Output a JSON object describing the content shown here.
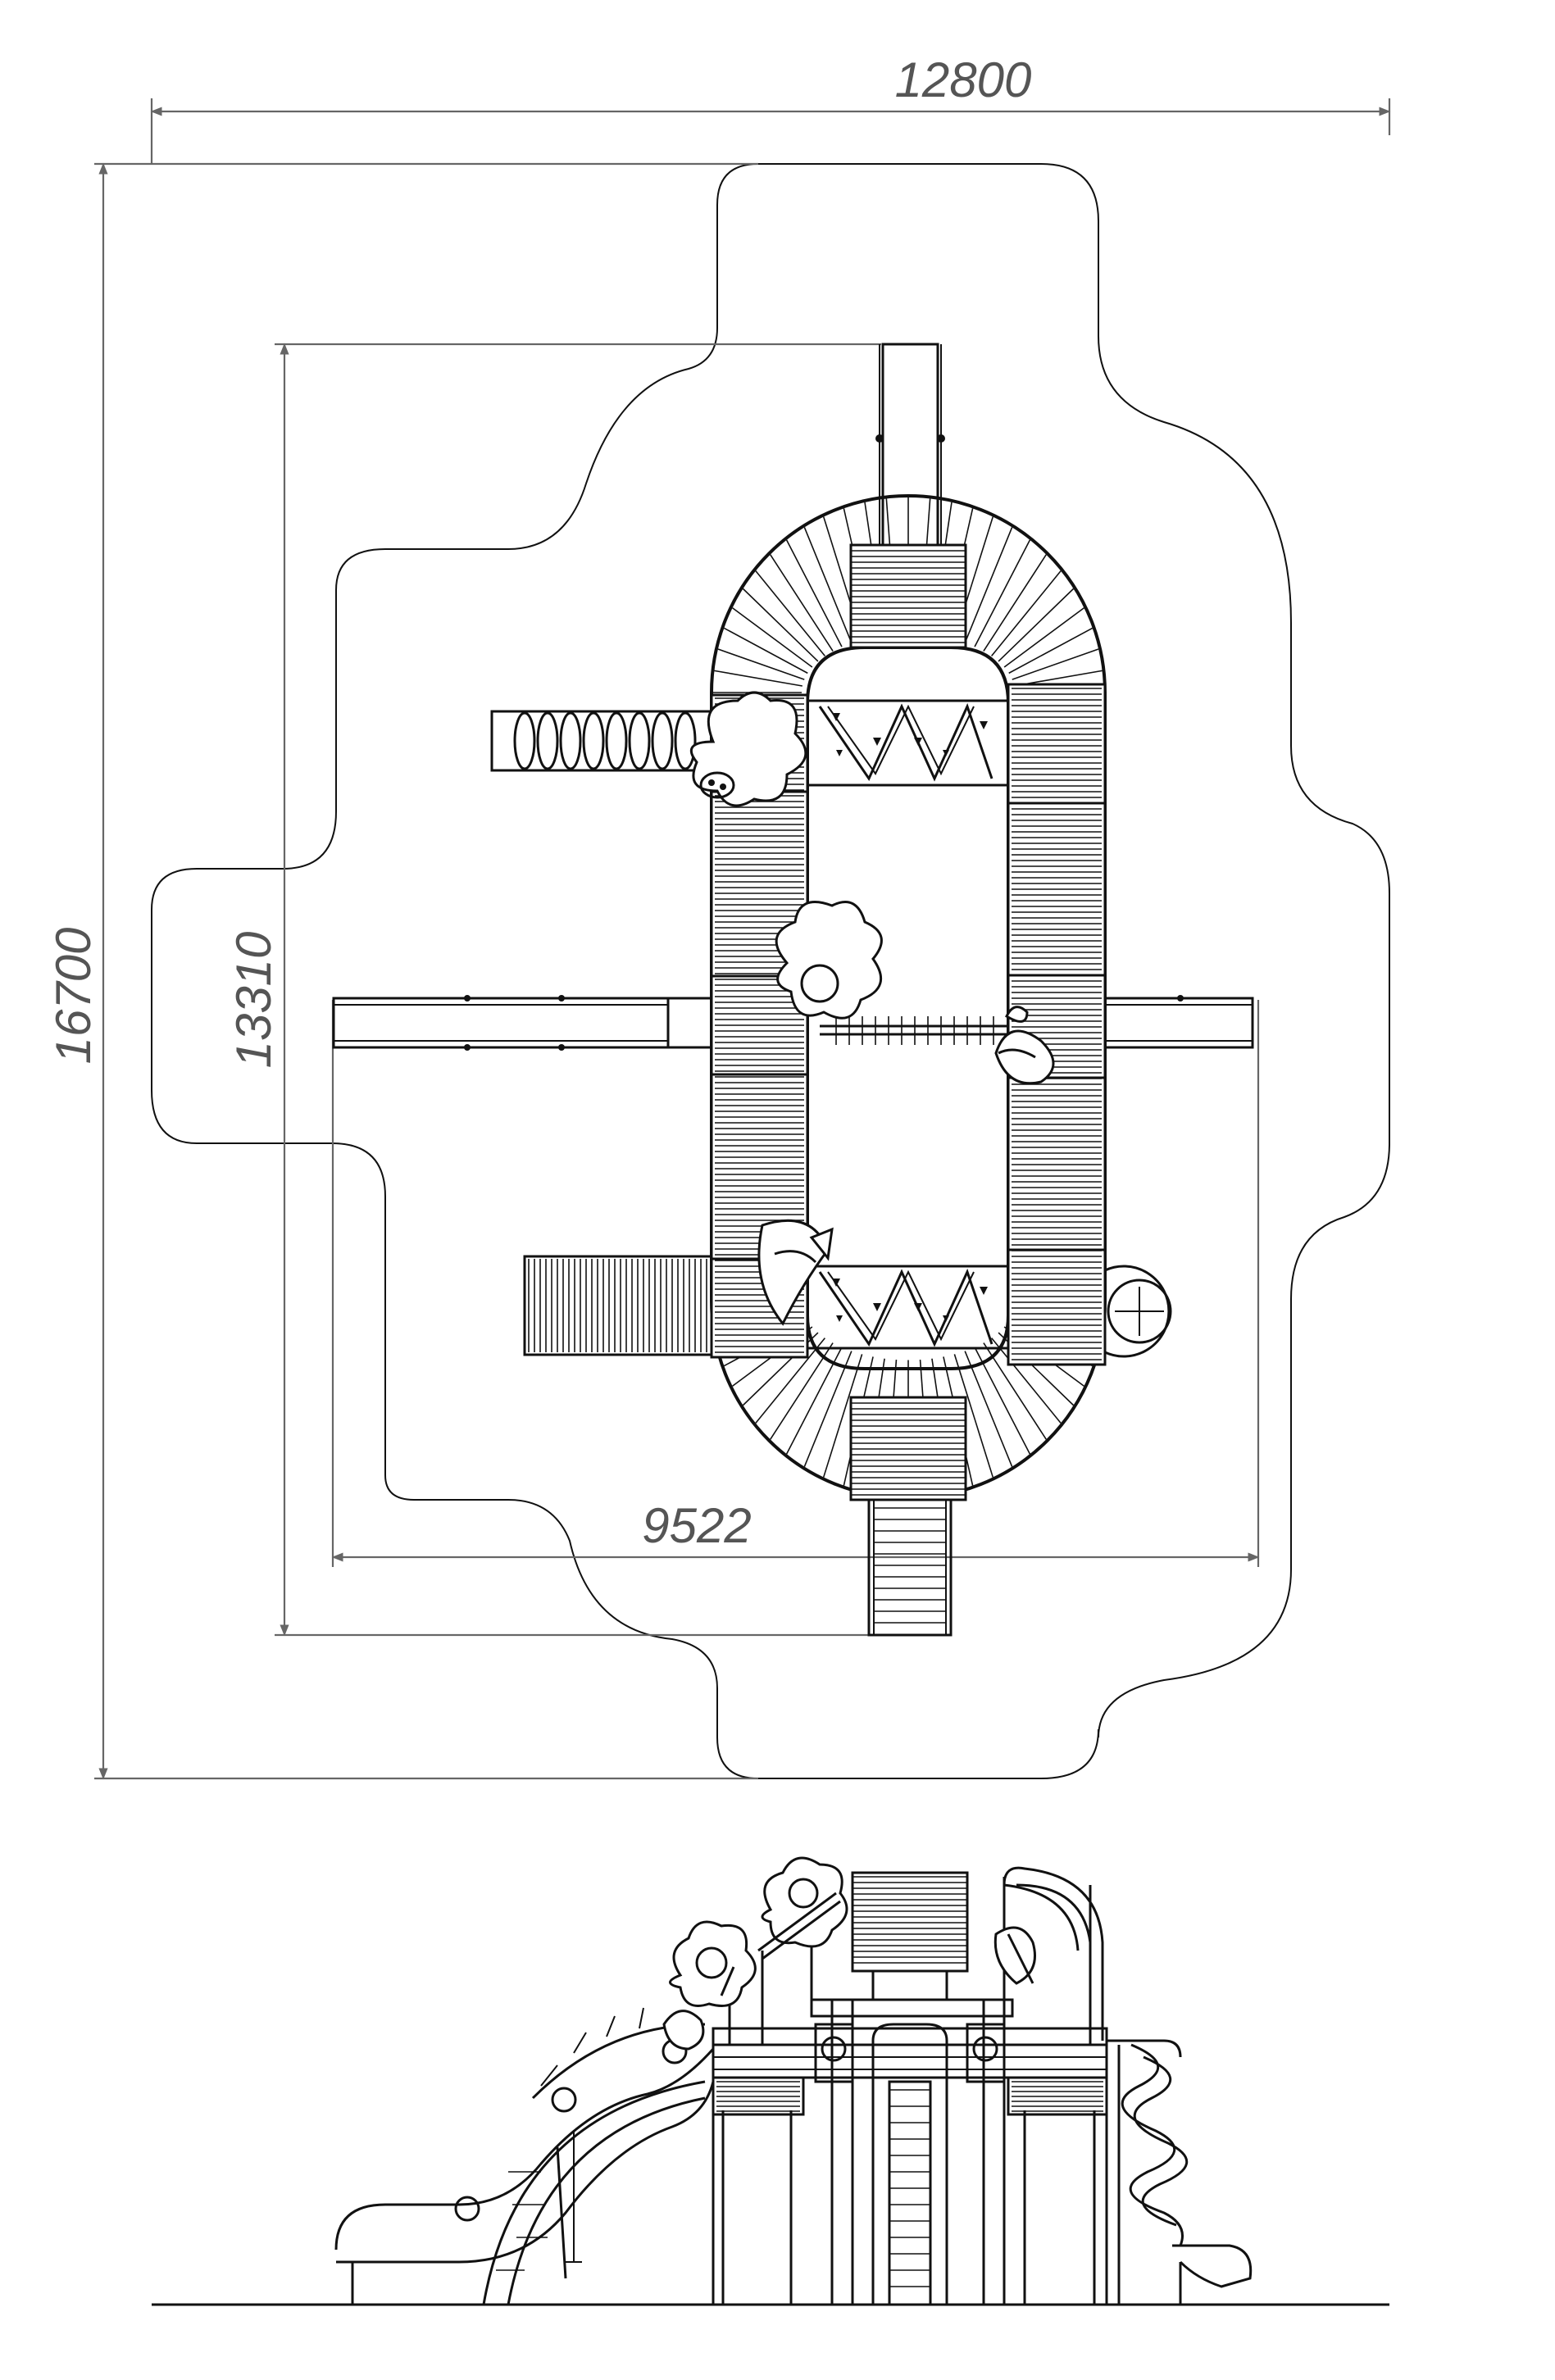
{
  "dimensions": {
    "overall_width": "12800",
    "overall_height": "16700",
    "structure_height": "13310",
    "structure_width": "9522"
  },
  "colors": {
    "line": "#111111",
    "dimension_line": "#666666",
    "dimension_text": "#555555",
    "background": "#ffffff"
  }
}
